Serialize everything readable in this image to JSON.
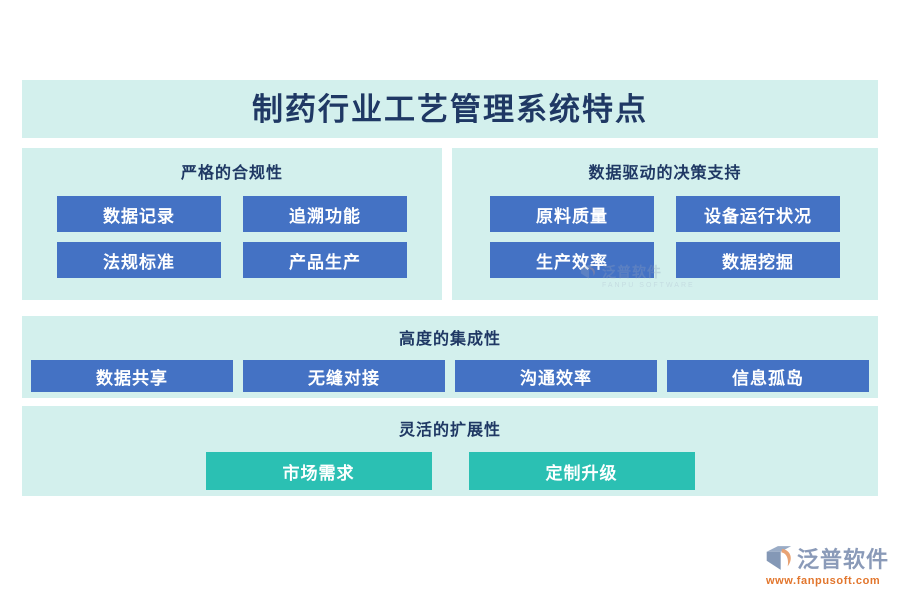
{
  "title": {
    "text": "制药行业工艺管理系统特点"
  },
  "colors": {
    "panel_bg": "#d3f0ed",
    "chip_blue": "#4472c4",
    "chip_teal": "#2bc0b3",
    "heading_navy": "#1f3864",
    "brand_gray": "#8a9ab8",
    "brand_orange": "#e2762d",
    "page_bg": "#ffffff"
  },
  "sections": [
    {
      "id": "compliance",
      "heading": "严格的合规性",
      "chip_style": "blue",
      "items": [
        "数据记录",
        "追溯功能",
        "法规标准",
        "产品生产"
      ]
    },
    {
      "id": "data-driven",
      "heading": "数据驱动的决策支持",
      "chip_style": "blue",
      "items": [
        "原料质量",
        "设备运行状况",
        "生产效率",
        "数据挖掘"
      ]
    },
    {
      "id": "integration",
      "heading": "高度的集成性",
      "chip_style": "blue",
      "items": [
        "数据共享",
        "无缝对接",
        "沟通效率",
        "信息孤岛"
      ]
    },
    {
      "id": "extensibility",
      "heading": "灵活的扩展性",
      "chip_style": "teal",
      "items": [
        "市场需求",
        "定制升级"
      ]
    }
  ],
  "watermark": {
    "name": "泛普软件",
    "sub": "FANPU SOFTWARE"
  },
  "brand": {
    "name": "泛普软件",
    "url": "www.fanpusoft.com"
  }
}
